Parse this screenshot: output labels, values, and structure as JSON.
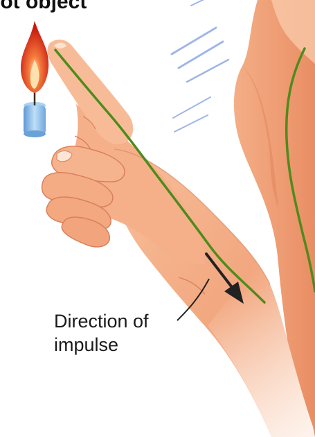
{
  "header": {
    "partial_label": "hot object"
  },
  "annotation": {
    "line1": "Direction of",
    "line2": "impulse"
  },
  "colors": {
    "skin": "#f6b58f",
    "skin_shadow": "#e48a63",
    "skin_light": "#fde2d0",
    "nerve": "#4f8a1c",
    "flame": "#d8261a",
    "flame_core": "#ffd7a0",
    "candle": "#8fc0e8",
    "arrow": "#222222",
    "motion_lines": "#9fb6e6"
  },
  "icons": {
    "candle": "candle-icon",
    "arrow": "direction-arrow"
  }
}
